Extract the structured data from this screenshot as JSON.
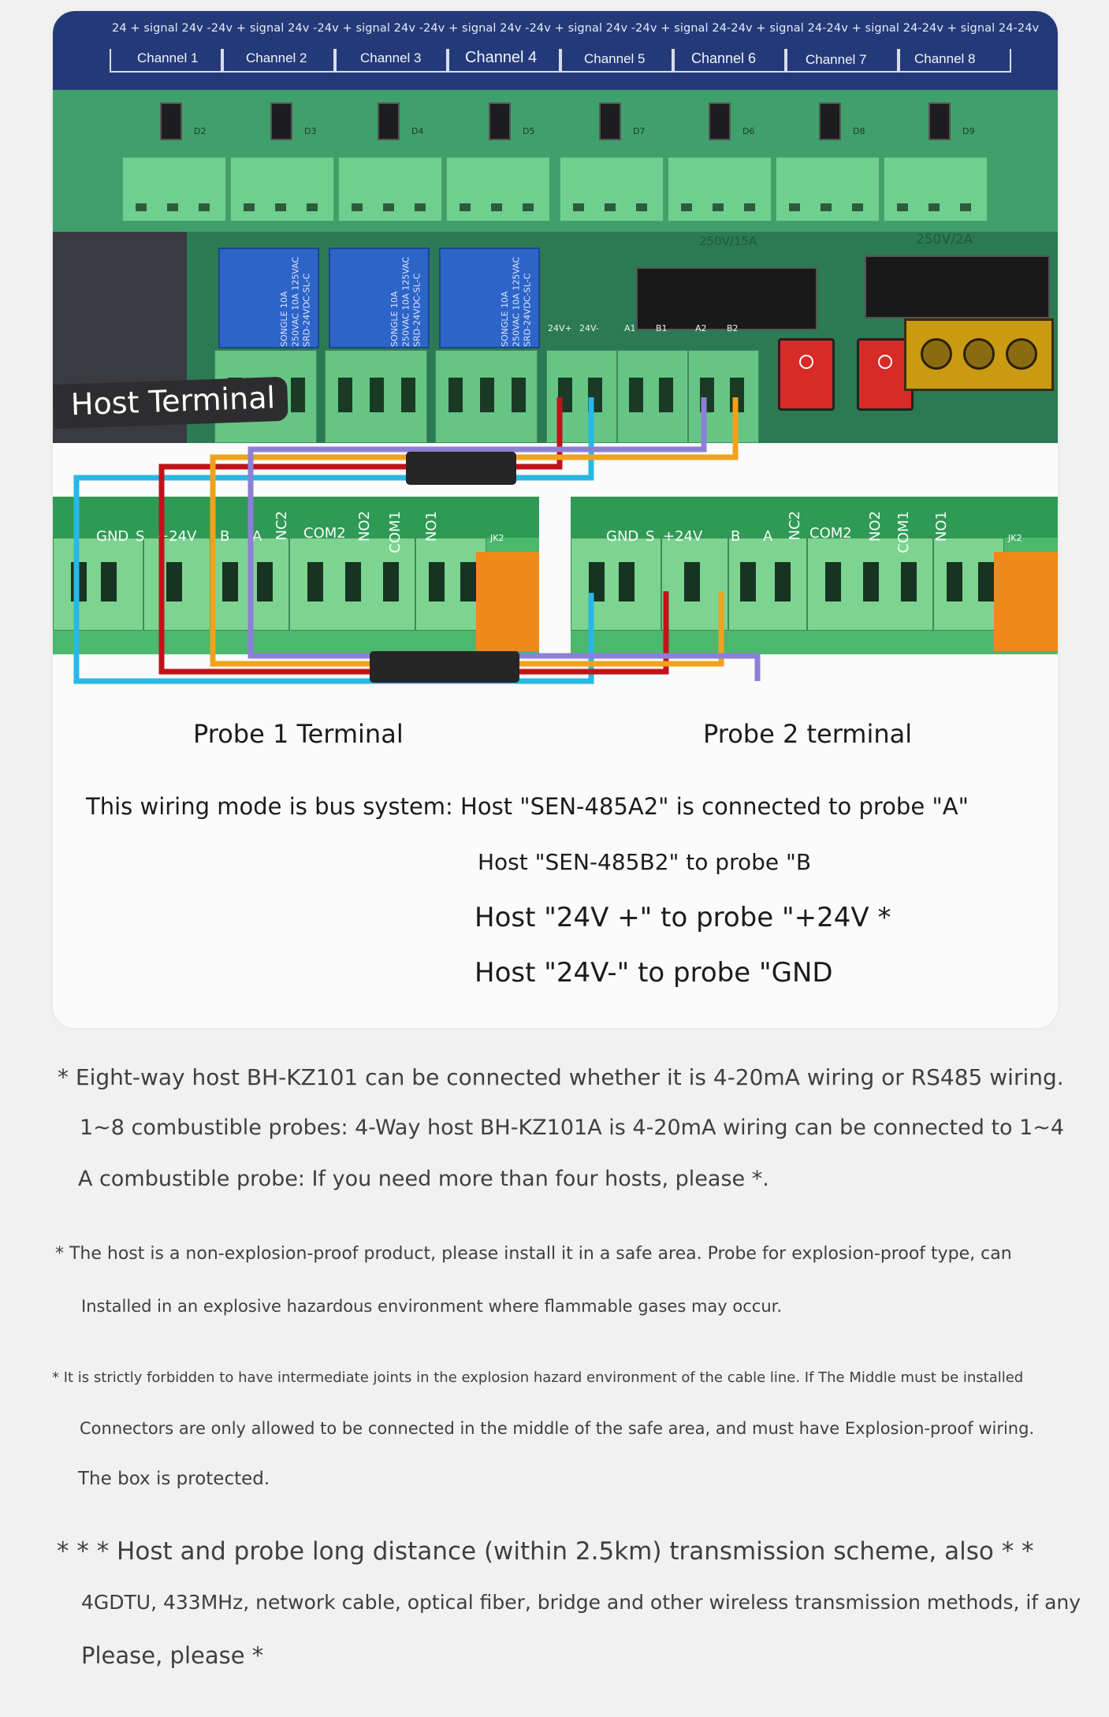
{
  "header": {
    "signal_line": "24 + signal 24v -24v + signal 24v -24v + signal 24v -24v + signal 24v -24v + signal 24v -24v + signal 24-24v + signal 24-24v + signal 24-24v + signal 24-24v",
    "channels": [
      "Channel 1",
      "Channel 2",
      "Channel 3",
      "Channel 4",
      "Channel 5",
      "Channel 6",
      "Channel 7",
      "Channel 8"
    ]
  },
  "host": {
    "label": "Host Terminal",
    "chip_labels": [
      "D2",
      "D3",
      "D4",
      "D5",
      "D7",
      "D6",
      "D8",
      "D9"
    ],
    "relay_text": "SONGLE 10A 250VAC 10A 125VAC SRD-24VDC-SL-C",
    "rating_1": "250V/15A",
    "rating_2": "250V/2A",
    "port_labels": [
      "24V+",
      "24V-",
      "A1",
      "B1",
      "A2",
      "B2"
    ]
  },
  "probe_labels": [
    "GND",
    "S",
    "+24V",
    "B",
    "A",
    "NC2",
    "COM2",
    "NO2",
    "COM1",
    "NO1",
    "JK2"
  ],
  "probe1": {
    "title": "Probe 1 Terminal"
  },
  "probe2": {
    "title": "Probe 2 terminal"
  },
  "colors": {
    "cyan": "#27b8e6",
    "red": "#c1121a",
    "orange": "#f0a21c",
    "purple": "#8c80d6",
    "header": "#243a78"
  },
  "instructions": {
    "line1": "This wiring mode is bus system: Host \"SEN-485A2\" is connected to probe \"A\"",
    "line2": "Host \"SEN-485B2\" to probe \"B",
    "line3": "Host \"24V +\" to probe \"+24V *",
    "line4": "Host \"24V-\" to probe \"GND"
  },
  "notes": {
    "n1_line1": "* Eight-way host BH-KZ101 can be connected whether it is 4-20mA wiring or RS485 wiring.",
    "n1_line2": "1~8 combustible probes: 4-Way host BH-KZ101A is 4-20mA wiring can be connected to 1~4",
    "n1_line3": "A combustible probe: If you need more than four hosts, please *.",
    "n2_line1": "* The host is a non-explosion-proof product, please install it in a safe area. Probe for explosion-proof type, can",
    "n2_line2": "Installed in an explosive hazardous environment where flammable gases may occur.",
    "n3_line1": "* It is strictly forbidden to have intermediate joints in the explosion hazard environment of the cable line. If The Middle must be installed",
    "n3_line2": "Connectors are only allowed to be connected in the middle of the safe area, and must have Explosion-proof wiring.",
    "n3_line3": "The box is protected.",
    "n4_line1": "* * * Host and probe long distance (within 2.5km) transmission scheme, also * *",
    "n4_line2": "4GDTU, 433MHz, network cable, optical fiber, bridge and other wireless transmission methods, if any",
    "n4_line3": "Please, please *"
  }
}
